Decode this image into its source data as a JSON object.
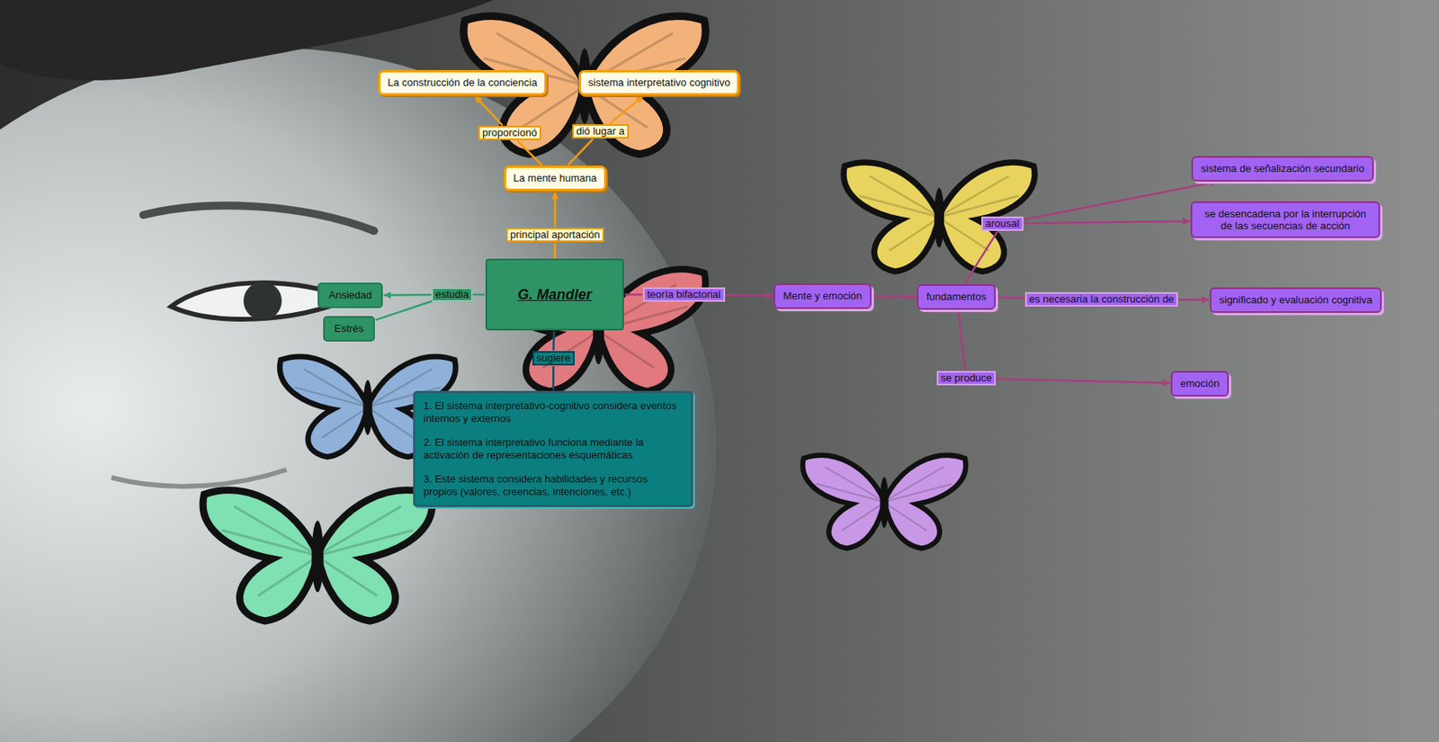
{
  "diagram": {
    "nodes": [
      {
        "text": [
          "La construcción de la conciencia"
        ]
      },
      {
        "text": [
          "sistema interpretativo cognitivo"
        ]
      },
      {
        "text": [
          "proporcionó"
        ]
      },
      {
        "text": [
          "dió lugar a"
        ]
      },
      {
        "text": [
          "La mente humana"
        ]
      },
      {
        "text": [
          "sistema de señalización secundario"
        ]
      },
      {
        "text": [
          "se desencadena por la interrupción de las secuencias de acción"
        ]
      },
      {
        "text": [
          "arousal"
        ]
      },
      {
        "text": [
          "principal aportación"
        ]
      },
      {
        "text": [
          "G. Mandler"
        ]
      },
      {
        "text": [
          "Ansiedad"
        ]
      },
      {
        "text": [
          "estudia"
        ]
      },
      {
        "text": [
          "teoría bifactorial"
        ]
      },
      {
        "text": [
          "Mente y emoción"
        ]
      },
      {
        "text": [
          "fundamentos"
        ]
      },
      {
        "text": [
          "es necesaria la construcción de"
        ]
      },
      {
        "text": [
          "significado y evaluación cognitiva"
        ]
      },
      {
        "text": [
          "Estrés"
        ]
      },
      {
        "text": [
          "sugiere"
        ]
      },
      {
        "text": [
          "1. El sistema interpretativo-cognitivo considera eventos internos y externos",
          "2. El sistema interpretativo funciona mediante la activación de representaciones esquemáticas",
          "3. Este sistema considera habilidades y recursos propios (valores, creencias, intenciones, etc.)"
        ]
      },
      {
        "text": [
          "se produce"
        ]
      },
      {
        "text": [
          "emoción"
        ]
      }
    ],
    "edges": [
      {
        "from": 4,
        "to": 2,
        "arrow": "none"
      },
      {
        "from": 2,
        "to": 0,
        "arrow": "to"
      },
      {
        "from": 4,
        "to": 3,
        "arrow": "none"
      },
      {
        "from": 3,
        "to": 1,
        "arrow": "to"
      },
      {
        "from": 9,
        "to": 8,
        "arrow": "none"
      },
      {
        "from": 8,
        "to": 4,
        "arrow": "to"
      },
      {
        "from": 9,
        "to": 11,
        "arrow": "none"
      },
      {
        "from": 11,
        "to": 10,
        "arrow": "to"
      },
      {
        "from": 11,
        "to": 17,
        "arrow": "none"
      },
      {
        "from": 9,
        "to": 18,
        "arrow": "none"
      },
      {
        "from": 18,
        "to": 19,
        "arrow": "none"
      },
      {
        "from": 9,
        "to": 12,
        "arrow": "none"
      },
      {
        "from": 12,
        "to": 13,
        "arrow": "to"
      },
      {
        "from": 13,
        "to": 14,
        "arrow": "to"
      },
      {
        "from": 14,
        "to": 7,
        "arrow": "none"
      },
      {
        "from": 7,
        "to": 5,
        "arrow": "to"
      },
      {
        "from": 7,
        "to": 6,
        "arrow": "to"
      },
      {
        "from": 14,
        "to": 15,
        "arrow": "none"
      },
      {
        "from": 15,
        "to": 16,
        "arrow": "to"
      },
      {
        "from": 14,
        "to": 20,
        "arrow": "none"
      },
      {
        "from": 20,
        "to": 21,
        "arrow": "to"
      }
    ]
  }
}
